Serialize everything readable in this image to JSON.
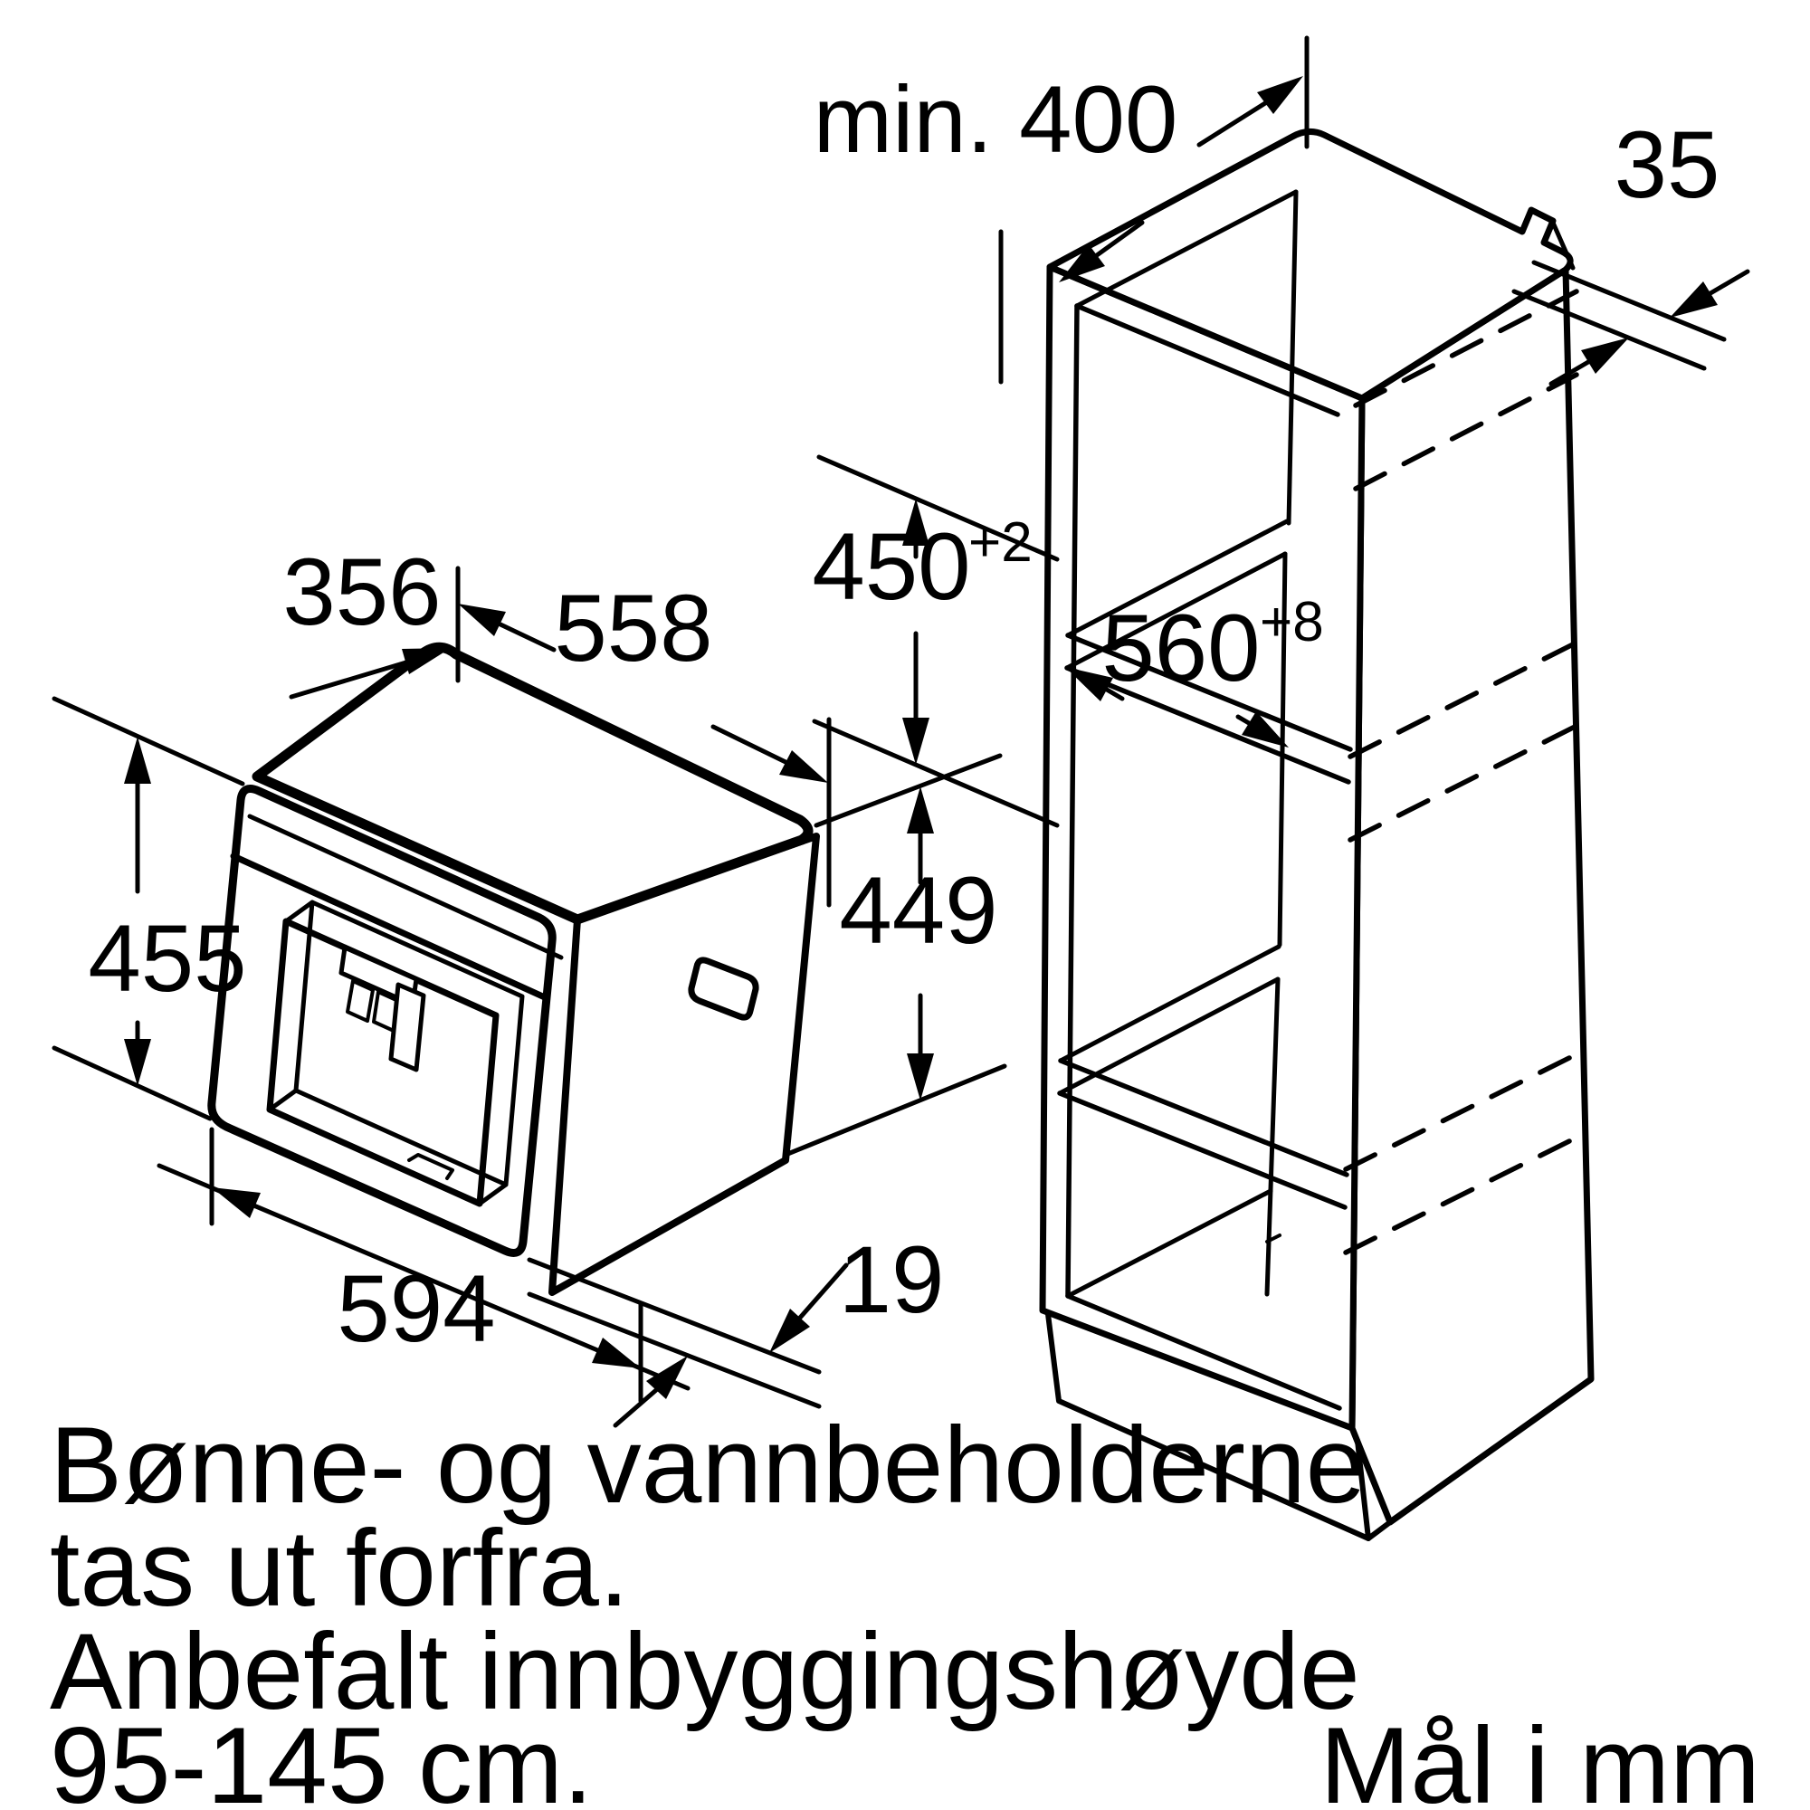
{
  "diagram_title": "Built-in appliance installation dimension drawing",
  "labels": {
    "dim_top_depth": "356",
    "dim_top_width": "558",
    "dim_front_height": "455",
    "dim_body_height": "449",
    "dim_front_width": "594",
    "dim_panel_proud": "19",
    "dim_min_depth": "min. 400",
    "dim_rear_gap": "35",
    "dim_niche_height": "450",
    "dim_niche_height_tol": "+2",
    "dim_niche_width": "560",
    "dim_niche_width_tol": "+8"
  },
  "notes": {
    "line1": "Bønne- og vannbeholderne",
    "line2": "tas ut forfra.",
    "line3": "Anbefalt innbyggingshøyde",
    "line4": "95-145 cm.",
    "units": "Mål i mm"
  },
  "colors": {
    "line": "#000000",
    "background": "#ffffff"
  }
}
